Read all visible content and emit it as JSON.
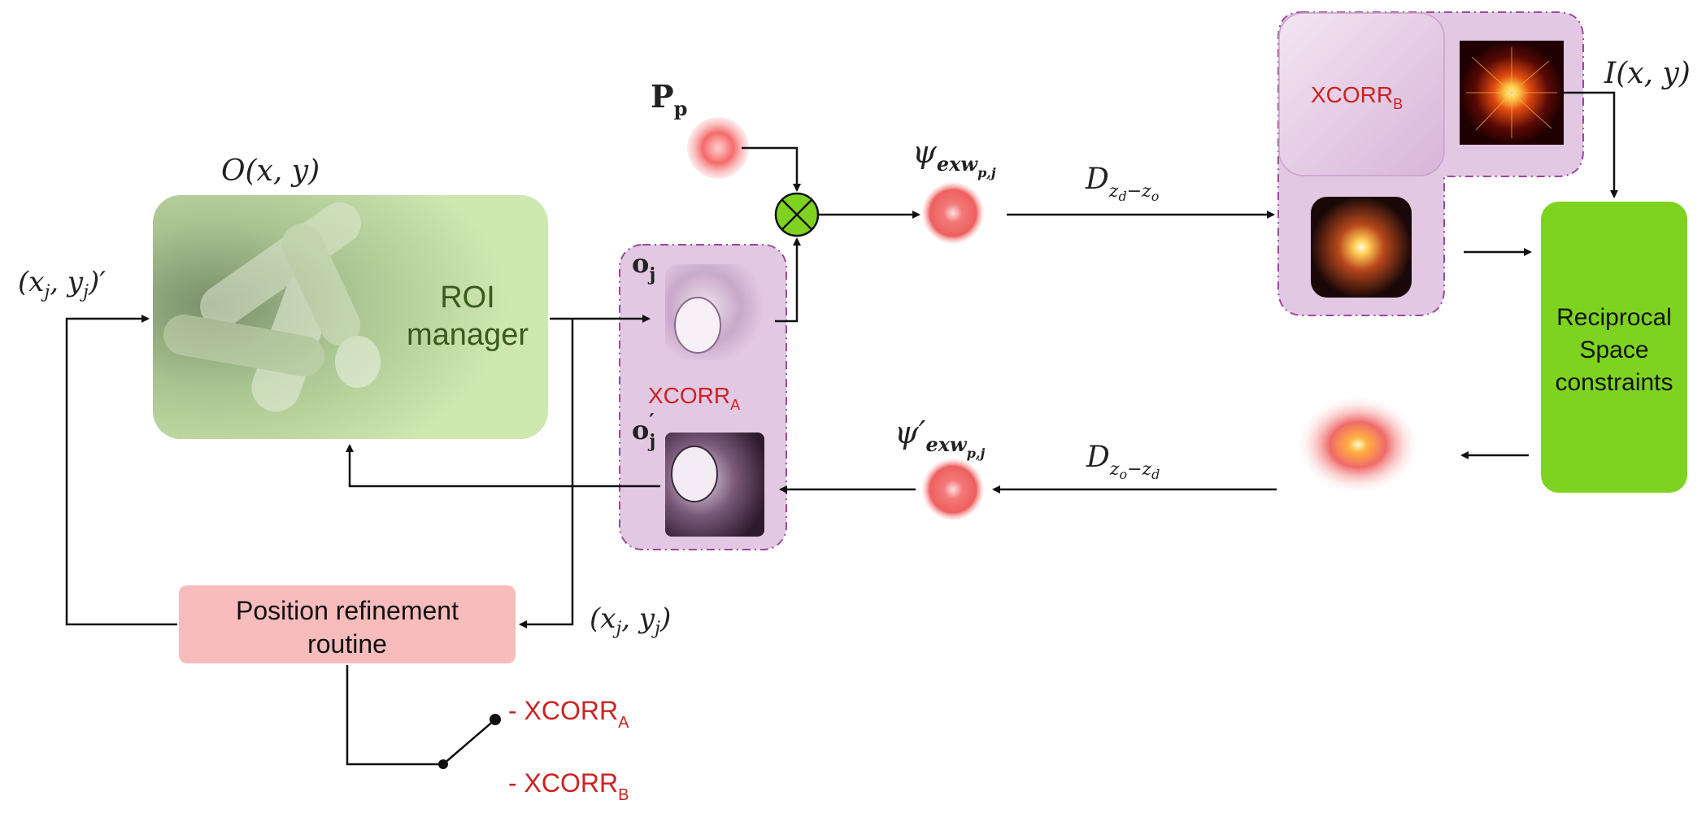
{
  "colors": {
    "roi_box": "#cfe8b0",
    "roi_text": "#3b5a1e",
    "xcorr_box": "#e3c8e3",
    "xcorr_border": "#9a4a9a",
    "xcorr_text": "#cc2222",
    "refine_box": "#f8bcbc",
    "reciprocal_box": "#7ed321",
    "arrow": "#111111",
    "multiply_fill": "#7ed321"
  },
  "labels": {
    "object_label": "O(x, y)",
    "roi_manager_line1": "ROI",
    "roi_manager_line2": "manager",
    "coords_prime": "(x",
    "coords_prime_sub_j1": "j",
    "coords_prime_mid": ", y",
    "coords_prime_sub_j2": "j",
    "coords_prime_end": ")′",
    "coords": "(x",
    "coords_sub_j1": "j",
    "coords_mid": ", y",
    "coords_sub_j2": "j",
    "coords_end": ")",
    "probe_main": "P",
    "probe_sub": "p",
    "oj_main": "o",
    "oj_sub": "j",
    "ojp_main": "o",
    "ojp_sub": "j",
    "ojp_prime": "′",
    "xcorr_a_main": "XCORR",
    "xcorr_a_sub": "A",
    "xcorr_b_main": "XCORR",
    "xcorr_b_sub": "B",
    "psi_main": "ψ",
    "psi_sub": "exw",
    "psi_subsub": "p,j",
    "psip_main": "ψ′",
    "psip_sub": "exw",
    "psip_subsub": "p,j",
    "dforward_main": "D",
    "dforward_sub": "z",
    "dforward_sub1": "d",
    "dforward_sub2": "−z",
    "dforward_sub3": "o",
    "dback_main": "D",
    "dback_sub": "z",
    "dback_sub1": "o",
    "dback_sub2": "−z",
    "dback_sub3": "d",
    "intensity": "I(x, y)",
    "refine_line1": "Position refinement",
    "refine_line2": "routine",
    "reciprocal_line1": "Reciprocal",
    "reciprocal_line2": "Space",
    "reciprocal_line3": "constraints",
    "switch_a_prefix": "- XCORR",
    "switch_a_sub": "A",
    "switch_b_prefix": "- XCORR",
    "switch_b_sub": "B"
  }
}
